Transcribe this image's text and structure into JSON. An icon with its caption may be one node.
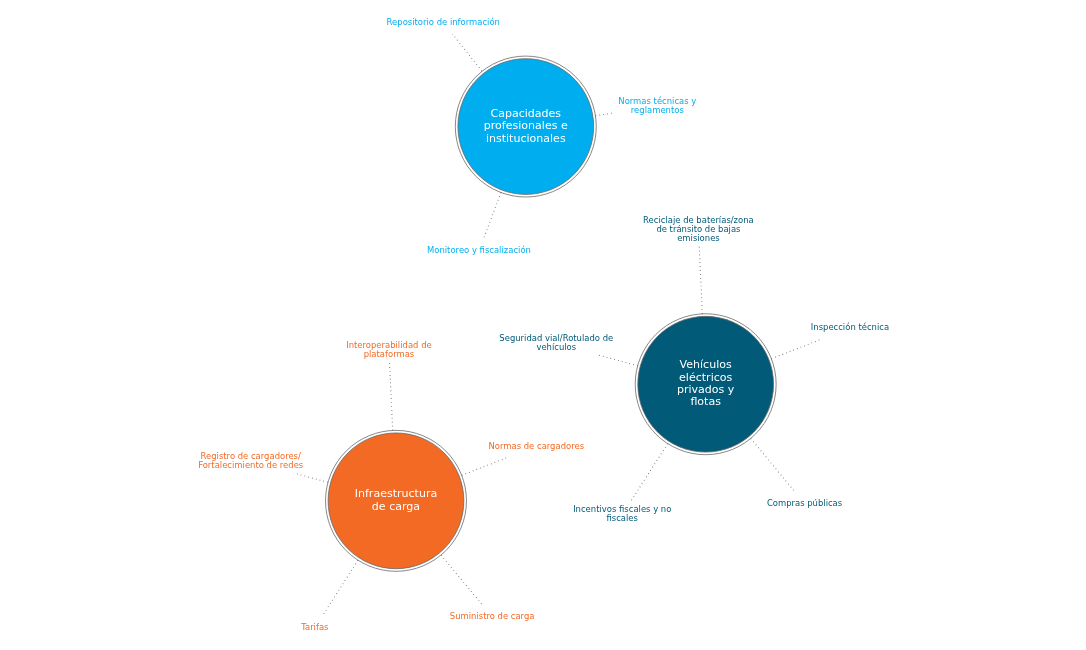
{
  "diagram": {
    "nodes": [
      {
        "text": [
          "Infraestructura de carga"
        ]
      },
      {
        "text": [
          "Vehículos eléctricos privados y flotas"
        ]
      },
      {
        "text": [
          "Capacidades profesionales e institucionales"
        ]
      },
      {
        "text": [
          "Suministro de carga"
        ]
      },
      {
        "text": [
          "Compras públicas"
        ]
      },
      {
        "text": [
          "Tarifas"
        ]
      },
      {
        "text": [
          "Incentivos fiscales y no fiscales"
        ]
      },
      {
        "text": [
          "Registro de cargadores/ Fortalecimiento de redes"
        ]
      },
      {
        "text": [
          "Seguridad vial/Rotulado de vehículos"
        ]
      },
      {
        "text": [
          "Normas de cargadores"
        ]
      },
      {
        "text": [
          "Inspección técnica"
        ]
      },
      {
        "text": [
          "Interoperabilidad de plataformas"
        ]
      },
      {
        "text": [
          "Reciclaje de baterías/zona de tránsito de bajas emisiones"
        ]
      },
      {
        "text": [
          "Normas técnicas y reglamentos"
        ]
      },
      {
        "text": [
          "Monitoreo y fiscalización"
        ]
      },
      {
        "text": [
          "Repositorio de información"
        ]
      }
    ],
    "edges": [
      {
        "from": 0,
        "to": 3,
        "arrow": "none",
        "style": "dashed"
      },
      {
        "from": 0,
        "to": 5,
        "arrow": "none",
        "style": "dashed"
      },
      {
        "from": 0,
        "to": 7,
        "arrow": "none",
        "style": "dashed"
      },
      {
        "from": 0,
        "to": 9,
        "arrow": "none",
        "style": "dashed"
      },
      {
        "from": 0,
        "to": 11,
        "arrow": "none",
        "style": "dashed"
      },
      {
        "from": 1,
        "to": 4,
        "arrow": "none",
        "style": "dashed"
      },
      {
        "from": 1,
        "to": 6,
        "arrow": "none",
        "style": "dashed"
      },
      {
        "from": 1,
        "to": 8,
        "arrow": "none",
        "style": "dashed"
      },
      {
        "from": 1,
        "to": 10,
        "arrow": "none",
        "style": "dashed"
      },
      {
        "from": 1,
        "to": 12,
        "arrow": "none",
        "style": "dashed"
      },
      {
        "from": 2,
        "to": 13,
        "arrow": "none",
        "style": "dashed"
      },
      {
        "from": 2,
        "to": 14,
        "arrow": "none",
        "style": "dashed"
      },
      {
        "from": 2,
        "to": 15,
        "arrow": "none",
        "style": "dashed"
      }
    ]
  }
}
